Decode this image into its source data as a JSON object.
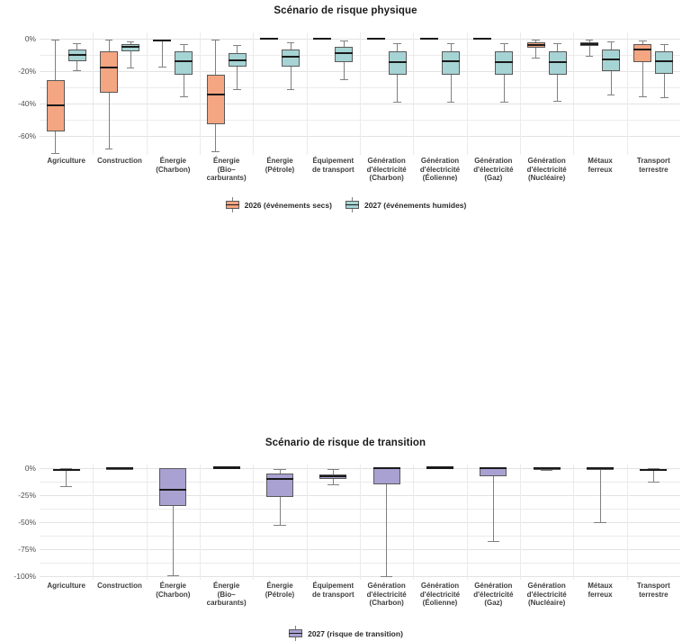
{
  "chart_data": [
    {
      "type": "box",
      "id": "physical",
      "title": "Scénario de risque physique",
      "xlabel": "",
      "ylabel": "",
      "ylim": [
        -72,
        4
      ],
      "yticks": [
        0,
        -20,
        -40,
        -60
      ],
      "ytick_labels": [
        "0%",
        "-20%",
        "-40%",
        "-60%"
      ],
      "grid": true,
      "legend_position": "bottom",
      "legend": [
        "2026 (événements secs)",
        "2027 (événements humides)"
      ],
      "colors": {
        "2026": "#F4A582",
        "2027": "#A6D3D3"
      },
      "categories": [
        "Agriculture",
        "Construction",
        "Énergie (Charbon)",
        "Énergie (Bio-carburants)",
        "Énergie (Pétrole)",
        "Équipement de transport",
        "Génération d'électricité (Charbon)",
        "Génération d'électricité (Éolienne)",
        "Génération d'électricité (Gaz)",
        "Génération d'électricité (Nucléaire)",
        "Métaux ferreux",
        "Transport terrestre"
      ],
      "series": [
        {
          "name": "2026 (événements secs)",
          "boxes": [
            {
              "min": -71.0,
              "q1": -57.5,
              "median": -41.5,
              "q3": -25.5,
              "max": -0.5
            },
            {
              "min": -68.0,
              "q1": -33.5,
              "median": -18.0,
              "q3": -8.0,
              "max": -0.5
            },
            {
              "min": -17.5,
              "q1": -1.8,
              "median": -1.0,
              "q3": -0.6,
              "max": -0.2
            },
            {
              "min": -70.0,
              "q1": -53.0,
              "median": -34.5,
              "q3": -22.0,
              "max": -0.3
            },
            {
              "min": 0.0,
              "q1": 0.0,
              "median": 0.0,
              "q3": 0.0,
              "max": 0.0
            },
            {
              "min": 0.0,
              "q1": 0.0,
              "median": 0.0,
              "q3": 0.0,
              "max": 0.0
            },
            {
              "min": 0.0,
              "q1": 0.0,
              "median": 0.0,
              "q3": 0.0,
              "max": 0.0
            },
            {
              "min": 0.0,
              "q1": 0.0,
              "median": 0.0,
              "q3": 0.0,
              "max": 0.0
            },
            {
              "min": 0.0,
              "q1": 0.0,
              "median": 0.0,
              "q3": 0.0,
              "max": 0.0
            },
            {
              "min": -11.5,
              "q1": -5.3,
              "median": -3.8,
              "q3": -2.2,
              "max": -0.6
            },
            {
              "min": -10.5,
              "q1": -4.6,
              "median": -3.3,
              "q3": -2.0,
              "max": -0.6
            },
            {
              "min": -35.5,
              "q1": -14.5,
              "median": -6.5,
              "q3": -3.0,
              "max": -1.0
            }
          ]
        },
        {
          "name": "2027 (événements humides)",
          "boxes": [
            {
              "min": -19.5,
              "q1": -14.0,
              "median": -10.2,
              "q3": -6.5,
              "max": -2.5
            },
            {
              "min": -17.8,
              "q1": -8.0,
              "median": -5.2,
              "q3": -3.0,
              "max": -1.5
            },
            {
              "min": -35.5,
              "q1": -22.0,
              "median": -14.0,
              "q3": -8.0,
              "max": -3.0
            },
            {
              "min": -31.0,
              "q1": -17.5,
              "median": -13.2,
              "q3": -9.0,
              "max": -4.0
            },
            {
              "min": -31.0,
              "q1": -17.5,
              "median": -11.0,
              "q3": -6.5,
              "max": -2.0
            },
            {
              "min": -25.0,
              "q1": -14.5,
              "median": -8.8,
              "q3": -5.0,
              "max": -1.2
            },
            {
              "min": -39.0,
              "q1": -22.0,
              "median": -14.5,
              "q3": -8.0,
              "max": -2.5
            },
            {
              "min": -39.0,
              "q1": -22.0,
              "median": -14.0,
              "q3": -8.0,
              "max": -2.5
            },
            {
              "min": -39.0,
              "q1": -22.0,
              "median": -14.5,
              "q3": -8.0,
              "max": -2.5
            },
            {
              "min": -38.5,
              "q1": -22.0,
              "median": -14.2,
              "q3": -8.0,
              "max": -2.5
            },
            {
              "min": -34.5,
              "q1": -20.0,
              "median": -13.0,
              "q3": -6.5,
              "max": -1.8
            },
            {
              "min": -36.0,
              "q1": -21.5,
              "median": -14.0,
              "q3": -8.0,
              "max": -3.0
            }
          ]
        }
      ]
    },
    {
      "type": "box",
      "id": "transition",
      "title": "Scénario de risque de transition",
      "xlabel": "",
      "ylabel": "",
      "ylim": [
        -103,
        3
      ],
      "yticks": [
        0,
        -25,
        -50,
        -75,
        -100
      ],
      "ytick_labels": [
        "0%",
        "-25%",
        "-50%",
        "-75%",
        "-100%"
      ],
      "grid": true,
      "legend_position": "bottom",
      "legend": [
        "2027 (risque de transition)"
      ],
      "colors": {
        "2027": "#A8A1D1"
      },
      "categories": [
        "Agriculture",
        "Construction",
        "Énergie (Charbon)",
        "Énergie (Bio-carburants)",
        "Énergie (Pétrole)",
        "Équipement de transport",
        "Génération d'électricité (Charbon)",
        "Génération d'électricité (Éolienne)",
        "Génération d'électricité (Gaz)",
        "Génération d'électricité (Nucléaire)",
        "Métaux ferreux",
        "Transport terrestre"
      ],
      "series": [
        {
          "name": "2027 (risque de transition)",
          "boxes": [
            {
              "min": -16.5,
              "q1": -2.6,
              "median": -1.8,
              "q3": -1.1,
              "max": -0.3
            },
            {
              "min": -1.5,
              "q1": -0.5,
              "median": -0.3,
              "q3": -0.1,
              "max": 0.0
            },
            {
              "min": -99.0,
              "q1": -35.5,
              "median": -20.0,
              "q3": -0.5,
              "max": 0.0
            },
            {
              "min": 0.0,
              "q1": 0.0,
              "median": 0.0,
              "q3": 0.0,
              "max": 0.0
            },
            {
              "min": -52.5,
              "q1": -26.5,
              "median": -10.5,
              "q3": -5.5,
              "max": -1.0
            },
            {
              "min": -15.0,
              "q1": -10.5,
              "median": -8.0,
              "q3": -6.0,
              "max": -1.0
            },
            {
              "min": -100.0,
              "q1": -15.0,
              "median": -0.5,
              "q3": -0.2,
              "max": 0.0
            },
            {
              "min": 0.0,
              "q1": 0.0,
              "median": 0.0,
              "q3": 0.0,
              "max": 0.0
            },
            {
              "min": -67.0,
              "q1": -7.5,
              "median": -0.6,
              "q3": -0.3,
              "max": 0.0
            },
            {
              "min": -2.0,
              "q1": -0.5,
              "median": -0.3,
              "q3": -0.1,
              "max": 0.0
            },
            {
              "min": -50.0,
              "q1": -0.4,
              "median": -0.2,
              "q3": -0.1,
              "max": 0.0
            },
            {
              "min": -13.0,
              "q1": -2.8,
              "median": -1.8,
              "q3": -1.0,
              "max": -0.2
            }
          ]
        }
      ]
    }
  ],
  "xlabel_lines": [
    [
      "Agriculture"
    ],
    [
      "Construction"
    ],
    [
      "Énergie",
      "(Charbon)"
    ],
    [
      "Énergie",
      "(Bio–",
      "carburants)"
    ],
    [
      "Énergie",
      "(Pétrole)"
    ],
    [
      "Équipement",
      "de transport"
    ],
    [
      "Génération",
      "d'électricité",
      "(Charbon)"
    ],
    [
      "Génération",
      "d'électricité",
      "(Éolienne)"
    ],
    [
      "Génération",
      "d'électricité",
      "(Gaz)"
    ],
    [
      "Génération",
      "d'électricité",
      "(Nucléaire)"
    ],
    [
      "Métaux",
      "ferreux"
    ],
    [
      "Transport",
      "terrestre"
    ]
  ]
}
